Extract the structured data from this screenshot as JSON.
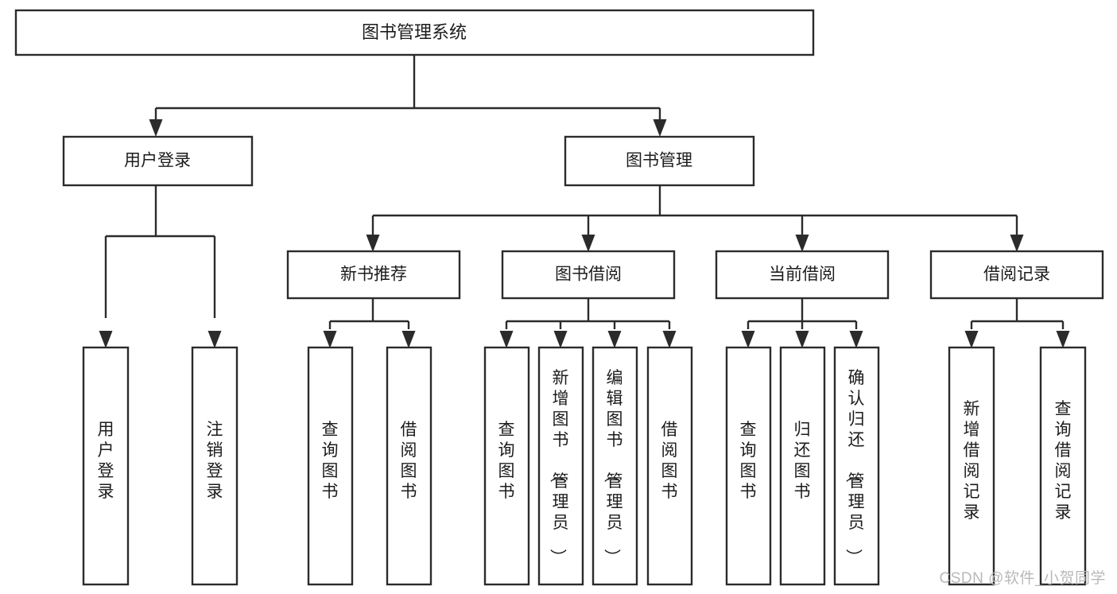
{
  "diagram": {
    "title": "图书管理系统",
    "type": "tree",
    "orientation": "top-down",
    "watermark": "CSDN @软件_小贺同学",
    "colors": {
      "background": "#ffffff",
      "box_fill": "#ffffff",
      "box_stroke": "#2b2b2b",
      "text": "#1c1c1c",
      "connector": "#2b2b2b",
      "watermark": "#b9b9b9"
    },
    "levels": {
      "root": {
        "label": "图书管理系统"
      },
      "level2": [
        {
          "id": "user-login",
          "label": "用户登录"
        },
        {
          "id": "book-manage",
          "label": "图书管理"
        }
      ],
      "level3": [
        {
          "id": "new-book-recommend",
          "label": "新书推荐",
          "parent": "book-manage"
        },
        {
          "id": "book-borrow",
          "label": "图书借阅",
          "parent": "book-manage"
        },
        {
          "id": "current-borrow",
          "label": "当前借阅",
          "parent": "book-manage"
        },
        {
          "id": "borrow-record",
          "label": "借阅记录",
          "parent": "book-manage"
        }
      ],
      "leaves": [
        {
          "id": "leaf-user-login",
          "label": "用户登录",
          "parent": "user-login"
        },
        {
          "id": "leaf-logout-login",
          "label": "注销登录",
          "parent": "user-login"
        },
        {
          "id": "leaf-query-book-1",
          "label": "查询图书",
          "parent": "new-book-recommend"
        },
        {
          "id": "leaf-borrow-book-1",
          "label": "借阅图书",
          "parent": "new-book-recommend"
        },
        {
          "id": "leaf-query-book-2",
          "label": "查询图书",
          "parent": "book-borrow"
        },
        {
          "id": "leaf-add-book-admin",
          "label": "新增图书（管理员）",
          "parent": "book-borrow"
        },
        {
          "id": "leaf-edit-book-admin",
          "label": "编辑图书（管理员）",
          "parent": "book-borrow"
        },
        {
          "id": "leaf-borrow-book-2",
          "label": "借阅图书",
          "parent": "book-borrow"
        },
        {
          "id": "leaf-query-book-3",
          "label": "查询图书",
          "parent": "current-borrow"
        },
        {
          "id": "leaf-return-book",
          "label": "归还图书",
          "parent": "current-borrow"
        },
        {
          "id": "leaf-confirm-return-admin",
          "label": "确认归还（管理员）",
          "parent": "current-borrow"
        },
        {
          "id": "leaf-add-borrow-record",
          "label": "新增借阅记录",
          "parent": "borrow-record"
        },
        {
          "id": "leaf-query-borrow-record",
          "label": "查询借阅记录",
          "parent": "borrow-record"
        }
      ]
    }
  }
}
